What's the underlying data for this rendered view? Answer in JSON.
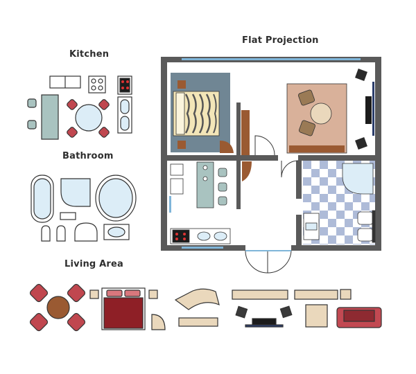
{
  "titles": {
    "kitchen": "Kitchen",
    "bathroom": "Bathroom",
    "living_area": "Living Area",
    "flat_projection": "Flat Projection"
  },
  "colors": {
    "wall": "#5a5a5a",
    "window": "#7fb5d9",
    "wood": "#9a5a32",
    "bedroom_floor": "#708694",
    "bed_frame": "#f3e6b8",
    "living_rug": "#d9b19a",
    "kitchen_unit": "#a9c3c0",
    "tile_blue": "#aebbd8",
    "bath_fill": "#dcedf7",
    "chair_red": "#c0474f",
    "sofa_red": "#c24952",
    "beige": "#ead8bc",
    "dark": "#3a3a3a"
  }
}
